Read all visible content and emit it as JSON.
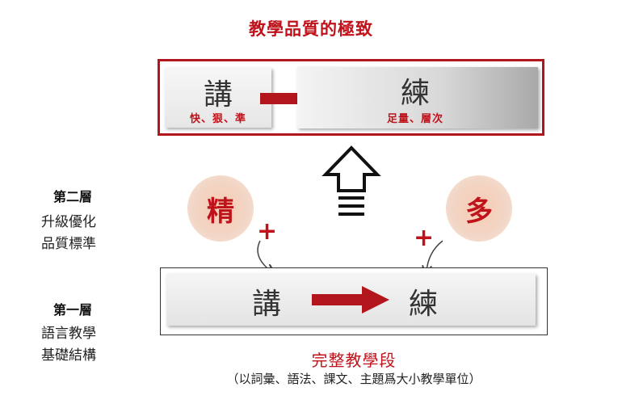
{
  "title": "教學品質的極致",
  "top": {
    "left_char": "講",
    "left_sub": "快、狠、準",
    "right_char": "練",
    "right_sub": "足量、層次"
  },
  "layers": [
    {
      "label": "第二層",
      "desc_lines": [
        "升級優化",
        "品質標準"
      ]
    },
    {
      "label": "第一層",
      "desc_lines": [
        "語言教學",
        "基礎結構"
      ]
    }
  ],
  "circles": {
    "left": "精",
    "right": "多"
  },
  "plus": "+",
  "bottom": {
    "left_char": "講",
    "right_char": "練",
    "title": "完整教學段",
    "note": "（以詞彙、語法、課文、主題爲大小教學單位）"
  },
  "colors": {
    "accent_red": "#c0121a",
    "frame_red": "#b3151c"
  }
}
